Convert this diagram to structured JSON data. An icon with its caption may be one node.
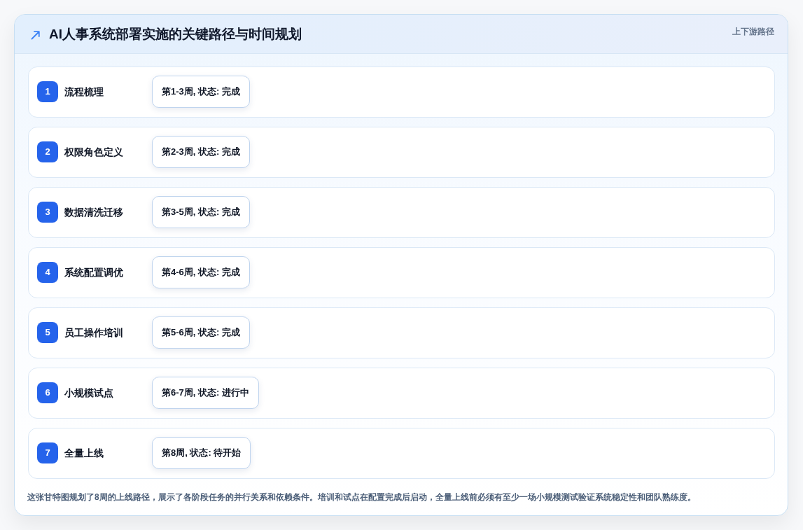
{
  "diagram": {
    "title": "AI人事系统部署实施的关键路径与时间规划",
    "caption": "这张甘特图规划了8周的上线路径，展示了各阶段任务的并行关系和依赖条件。培训和试点在配置完成后启动，全量上线前必须有至少一场小规模测试验证系统稳定性和团队熟练度。",
    "nodes": [
      {
        "text": [
          "流程梳理"
        ]
      },
      {
        "text": [
          "1"
        ],
        "in": 0
      },
      {
        "text": [
          "第1-3周, 状态: 完成"
        ],
        "in": 0
      },
      {
        "text": [
          "权限角色定义"
        ]
      },
      {
        "text": [
          "2"
        ],
        "in": 3
      },
      {
        "text": [
          "第2-3周, 状态: 完成"
        ],
        "in": 3
      },
      {
        "text": [
          "数据清洗迁移"
        ]
      },
      {
        "text": [
          "3"
        ],
        "in": 6
      },
      {
        "text": [
          "第3-5周, 状态: 完成"
        ],
        "in": 6
      },
      {
        "text": [
          "系统配置调优"
        ]
      },
      {
        "text": [
          "4"
        ],
        "in": 9
      },
      {
        "text": [
          "第4-6周, 状态: 完成"
        ],
        "in": 9
      },
      {
        "text": [
          "员工操作培训"
        ]
      },
      {
        "text": [
          "5"
        ],
        "in": 12
      },
      {
        "text": [
          "第5-6周, 状态: 完成"
        ],
        "in": 12
      },
      {
        "text": [
          "小规模试点"
        ]
      },
      {
        "text": [
          "6"
        ],
        "in": 15
      },
      {
        "text": [
          "第6-7周, 状态: 进行中"
        ],
        "in": 15
      },
      {
        "text": [
          "全量上线"
        ]
      },
      {
        "text": [
          "7"
        ],
        "in": 18
      },
      {
        "text": [
          "第8周, 状态: 待开始"
        ],
        "in": 18
      }
    ],
    "labels": [
      "上下游路径"
    ]
  }
}
